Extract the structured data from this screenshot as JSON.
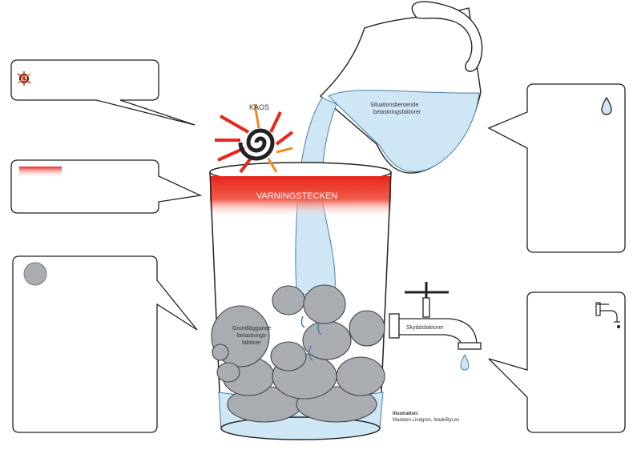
{
  "labels": {
    "chaos": "KAOS",
    "warning_signs": "VARNINGSTECKEN",
    "situational_line1": "Situationsberoende",
    "situational_line2": "belastningsfaktorer",
    "fundamental_line1": "Grundläggande",
    "fundamental_line2": "belastnings-",
    "fundamental_line3": "faktorer",
    "protective": "Skyddsfaktorer",
    "credit_title": "Illustration:",
    "credit_name": "Madelen Lindgren, MadeByLen"
  },
  "icons": {
    "box1": "chaos-spiral-icon",
    "box2": "warning-band-icon",
    "box3": "stone-icon",
    "box4": "water-drop-icon",
    "box5": "faucet-icon"
  },
  "colors": {
    "water": "#cfe6f4",
    "water_stroke": "#4a7fa6",
    "stone": "#a9adb2",
    "warning_red": "#e8261e",
    "chaos_orange": "#f08a1e"
  }
}
